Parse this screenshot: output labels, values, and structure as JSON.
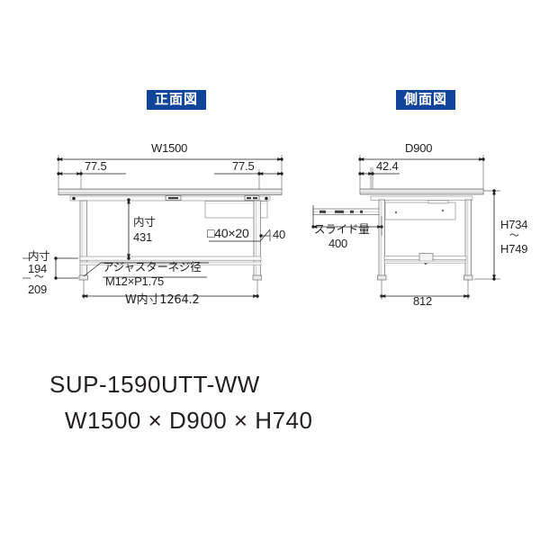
{
  "drawing": {
    "title_front": "正面図",
    "title_side": "側面図",
    "accent_color": "#11449b",
    "line_color": "#231f20",
    "top_color": "#d8d8d6",
    "frame_color": "#f4f4f4"
  },
  "front_view": {
    "overall_width": "W1500",
    "left_offset": "77.5",
    "right_offset": "77.5",
    "inner_label": "内寸",
    "inner_height": "431",
    "tube_spec": "□40×20",
    "tube_depth": "40",
    "adjuster_label": "アジャスターネジ径",
    "adjuster_spec": "M12×P1.75",
    "inner_width": "W内寸1264.2",
    "adjust_label": "内寸",
    "adjust_min": "194",
    "adjust_tilde": "〜",
    "adjust_max": "209"
  },
  "side_view": {
    "overall_depth": "D900",
    "front_offset": "42.4",
    "slide_label": "スライド量",
    "slide_value": "400",
    "height_min": "H734",
    "height_tilde": "〜",
    "height_max": "H749",
    "leg_span": "812"
  },
  "product": {
    "model": "SUP-1590UTT-WW",
    "dimensions": "W1500 × D900 × H740"
  }
}
